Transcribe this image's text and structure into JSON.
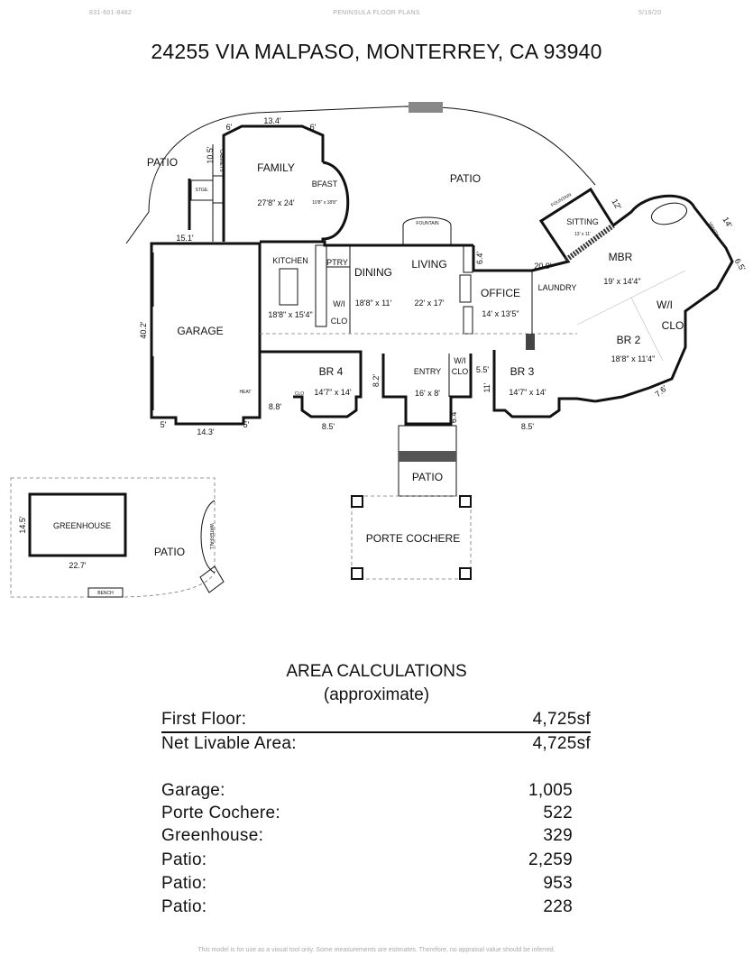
{
  "header": {
    "phone": "831-601-8482",
    "company": "PENINSULA FLOOR PLANS",
    "date": "5/19/20"
  },
  "title": "24255 VIA MALPASO, MONTERREY, CA  93940",
  "rooms": {
    "family": "FAMILY",
    "family_dim": "27'8\" x 24'",
    "bfast": "BFAST",
    "bfast_dim": "10'8\" x 18'8\"",
    "stge": "STGE.",
    "patio_main": "PATIO",
    "patio_left": "PATIO",
    "kitchen": "KITCHEN",
    "kitchen_dim": "18'8\" x 15'4\"",
    "ptry": "PTRY",
    "dining": "DINING",
    "dining_dim": "18'8\" x 11'",
    "living": "LIVING",
    "living_dim": "22' x 17'",
    "wi": "W/I",
    "clo": "CLO",
    "office": "OFFICE",
    "office_dim": "14' x 13'5\"",
    "laundry": "LAUNDRY",
    "sitting": "SITTING",
    "sitting_dim": "13' x 11'",
    "mbr": "MBR",
    "mbr_dim": "19' x 14'4\"",
    "wi_clo_top": "W/I",
    "wi_clo_bottom": "CLO",
    "br2": "BR 2",
    "br2_dim": "18'8\" x 11'4\"",
    "garage": "GARAGE",
    "br4": "BR 4",
    "br4_dim": "14'7\" x 14'",
    "entry": "ENTRY",
    "entry_dim": "16' x 8'",
    "entry_wi": "W/I",
    "entry_clo": "CLO",
    "br3": "BR 3",
    "br3_dim": "14'7\" x 14'",
    "clo_small": "CLO",
    "heat": "HEAT",
    "patio_front": "PATIO",
    "porte_cochere": "PORTE COCHERE",
    "greenhouse": "GREENHOUSE",
    "patio_greenhouse": "PATIO",
    "bench": "BENCH",
    "fountain_top": "FOUNTAIN",
    "fountain_sitting": "FOUNTAIN",
    "waterfall": "WATERFALL",
    "vanity": "VANITY",
    "cabinets": "CABINETS"
  },
  "dims": {
    "d_13_4": "13.4'",
    "d_6a": "6'",
    "d_6b": "6'",
    "d_10_5": "10.5'",
    "d_15_1": "15.1'",
    "d_40_2": "40.2'",
    "d_5a": "5'",
    "d_14_3": "14.3'",
    "d_5b": "5'",
    "d_8_8": "8.8'",
    "d_8_5a": "8.5'",
    "d_8_2": "8.2'",
    "d_6_4a": "6.4'",
    "d_6_4b": "6.4'",
    "d_5_5": "5.5'",
    "d_11": "11'",
    "d_8_5b": "8.5'",
    "d_20_9": "20.9'",
    "d_12": "12'",
    "d_14": "14'",
    "d_6_5": "6.5'",
    "d_7_6": "7.6'",
    "d_14_5": "14.5'",
    "d_22_7": "22.7'"
  },
  "area_calc": {
    "title": "AREA CALCULATIONS",
    "subtitle": "(approximate)",
    "first_floor_label": "First  Floor:",
    "first_floor_value": "4,725sf",
    "net_label": "Net Livable Area:",
    "net_value": "4,725sf",
    "items": [
      {
        "label": "Garage:",
        "value": "1,005"
      },
      {
        "label": "Porte Cochere:",
        "value": "522"
      },
      {
        "label": "Greenhouse:",
        "value": "329"
      },
      {
        "label": "Patio:",
        "value": "2,259"
      },
      {
        "label": "Patio:",
        "value": "953"
      },
      {
        "label": "Patio:",
        "value": "228"
      }
    ]
  },
  "disclaimer": "This model is for use as a visual tool only.  Some measurements are estimates.  Therefore, no appraisal value should be inferred."
}
